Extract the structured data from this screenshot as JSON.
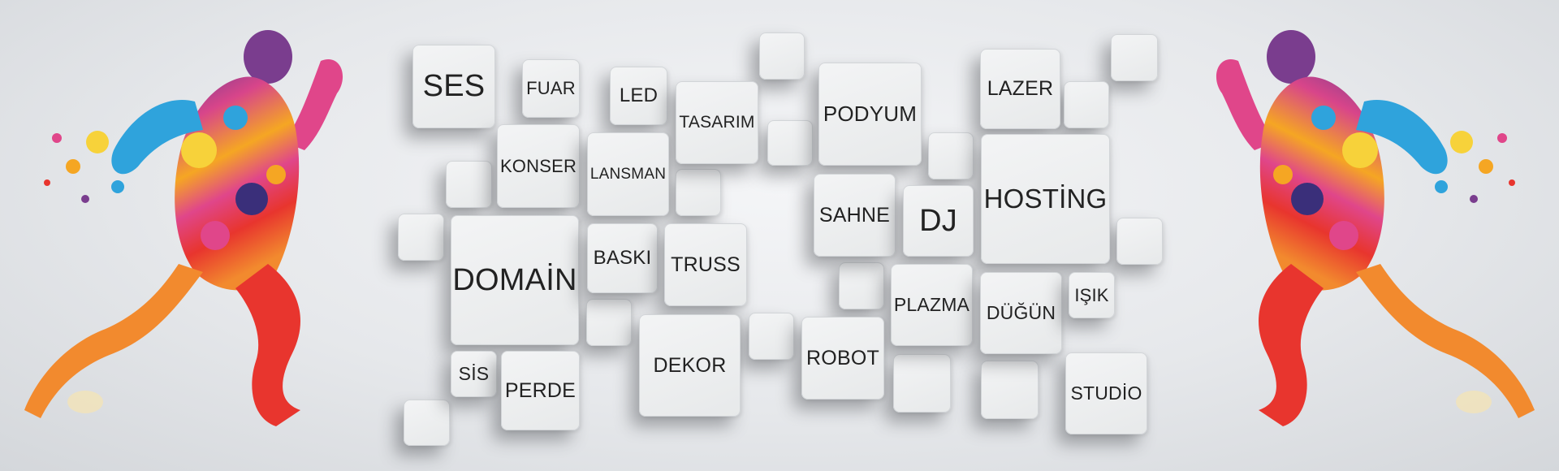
{
  "words": {
    "ses": "SES",
    "fuar": "FUAR",
    "led": "LED",
    "tasarim": "TASARIM",
    "podyum": "PODYUM",
    "lazer": "LAZER",
    "konser": "KONSER",
    "lansman": "LANSMAN",
    "hosting": "HOSTİNG",
    "sahne": "SAHNE",
    "dj": "DJ",
    "domain": "DOMAİN",
    "baski": "BASKI",
    "truss": "TRUSS",
    "plazma": "PLAZMA",
    "dugun": "DÜĞÜN",
    "isik": "IŞIK",
    "robot": "ROBOT",
    "dekor": "DEKOR",
    "sis": "SİS",
    "perde": "PERDE",
    "studio": "STUDİO"
  },
  "icons": [
    "paint-splash-runner-left-icon",
    "paint-splash-runner-right-icon"
  ],
  "colors": {
    "background": "#e6e8eb",
    "tile": "#eceeef",
    "text": "#222222",
    "splash": [
      "#e0468a",
      "#f5a623",
      "#2fa3dc",
      "#7a3d8e",
      "#e8352e",
      "#f7d23a",
      "#f28a2e"
    ]
  }
}
